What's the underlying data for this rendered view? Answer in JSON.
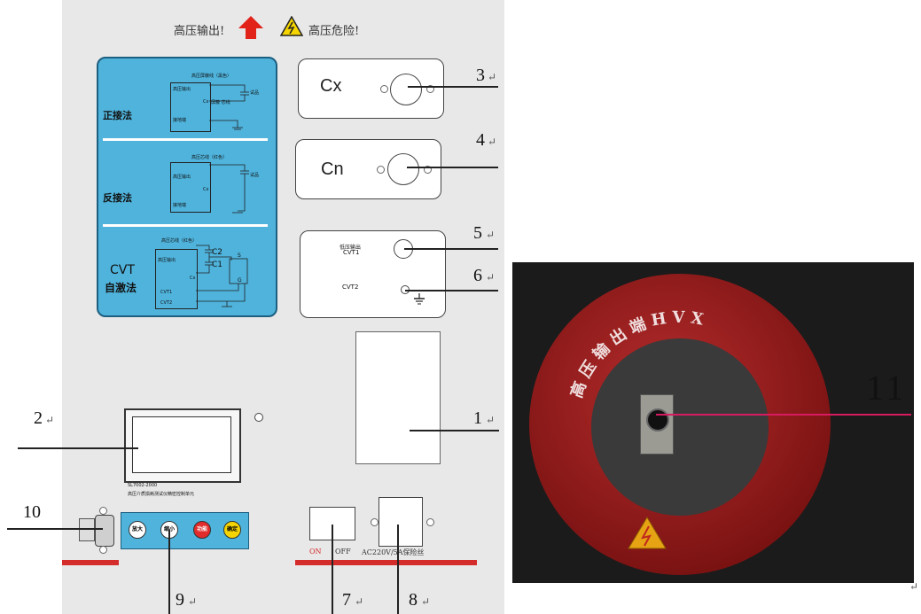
{
  "header": {
    "hv_output": "高压输出!",
    "hv_danger": "高压危险!"
  },
  "connectors": {
    "cx": "Cx",
    "cn": "Cn",
    "cvt1_top": "低压输出",
    "cvt1": "CVT1",
    "cvt2": "CVT2"
  },
  "methods": {
    "positive": "正接法",
    "reverse": "反接法",
    "cvt_line1": "CVT",
    "cvt_line2": "自激法"
  },
  "schematic": {
    "hv_red": "高压屏蔽线（黑色）",
    "hv_red2": "高压芯线（红色）",
    "hv_red3": "高压芯线（红色）",
    "hv_out": "高压输出",
    "cx": "Cx",
    "cn": "Cn",
    "ground": "接地端",
    "sample": "试品",
    "shield": "屏蔽 芯线",
    "c1": "C1",
    "c2": "C2",
    "cvt1": "CVT1",
    "cvt2": "CVT2",
    "s": "S",
    "g": "G"
  },
  "device": {
    "model": "SL7002-2000",
    "subtitle": "高压介质损耗测试仪精密控制单元"
  },
  "buttons": {
    "b1": "放大",
    "b2": "缩小",
    "b3": "功能",
    "b4": "确定"
  },
  "power": {
    "on": "ON",
    "off": "OFF",
    "socket": "AC220V/5A保险丝"
  },
  "photo": {
    "title": "高压输出端HVX"
  },
  "callouts": {
    "n1": "1",
    "n2": "2",
    "n3": "3",
    "n4": "4",
    "n5": "5",
    "n6": "6",
    "n7": "7",
    "n8": "8",
    "n9": "9",
    "n10": "10",
    "n11": "11"
  },
  "return_mark": "↵",
  "colors": {
    "panel": "#e8e8e8",
    "blue": "#4fb3dc",
    "red": "#d42b2b",
    "yellow": "#f5d400"
  }
}
